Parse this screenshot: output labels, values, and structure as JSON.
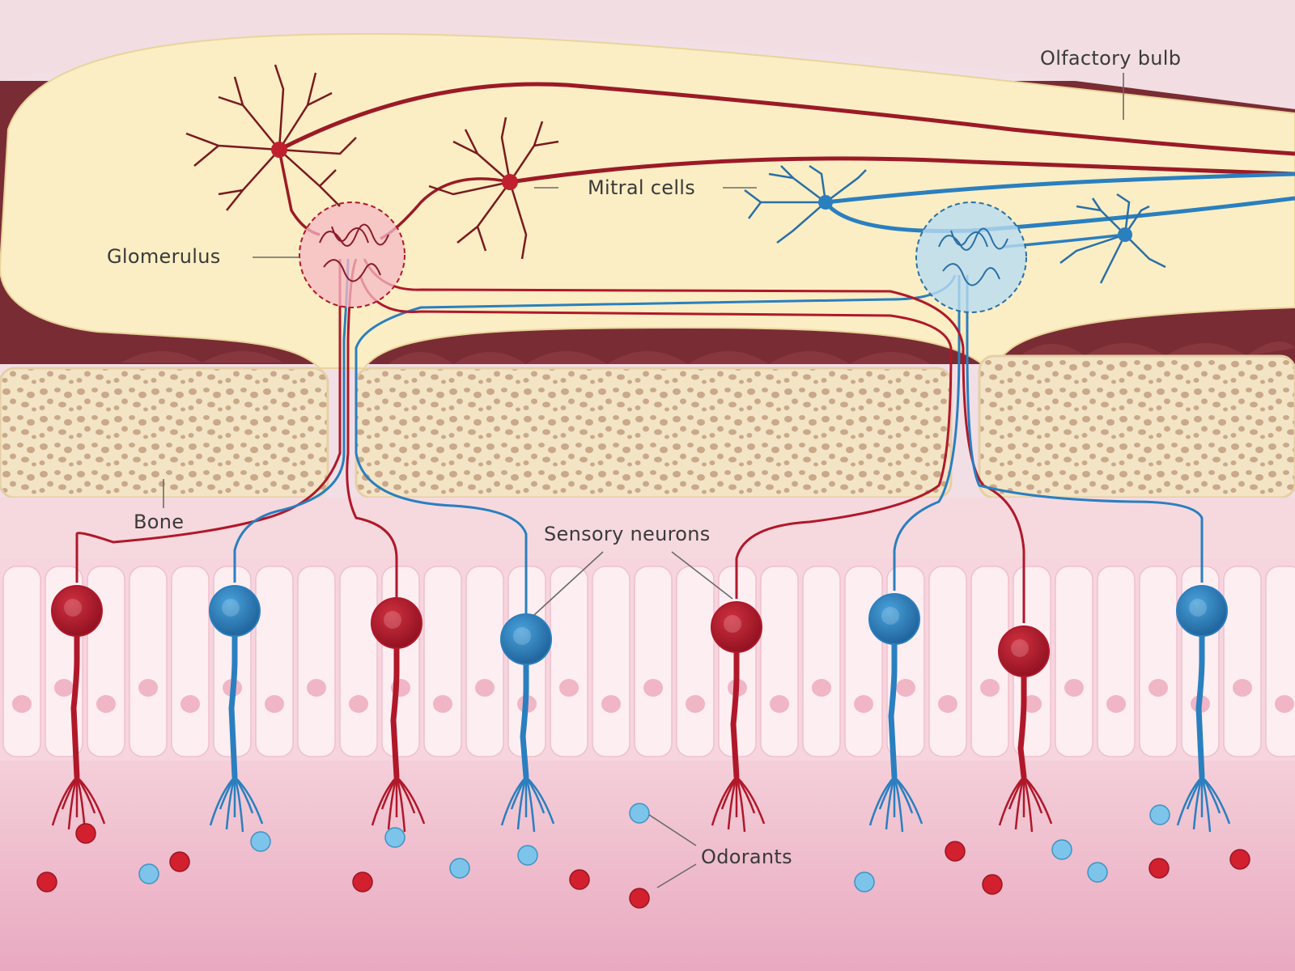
{
  "labels": {
    "olfactory_bulb": "Olfactory bulb",
    "mitral_cells": "Mitral cells",
    "glomerulus": "Glomerulus",
    "bone": "Bone",
    "sensory_neurons": "Sensory neurons",
    "odorants": "Odorants"
  },
  "colors": {
    "red_neuron": "#b0182a",
    "blue_neuron": "#2a7fbf",
    "bulb": "#fbeec4",
    "bone": "#f3e4c6",
    "tissue_dark": "#7a2c34",
    "epithelium": "#fbe4ea",
    "mucus": "#efbccd"
  },
  "icons": {
    "red_neuron": "red-sensory-neuron-icon",
    "blue_neuron": "blue-sensory-neuron-icon",
    "mitral": "mitral-cell-icon",
    "odorant": "odorant-molecule-icon"
  }
}
